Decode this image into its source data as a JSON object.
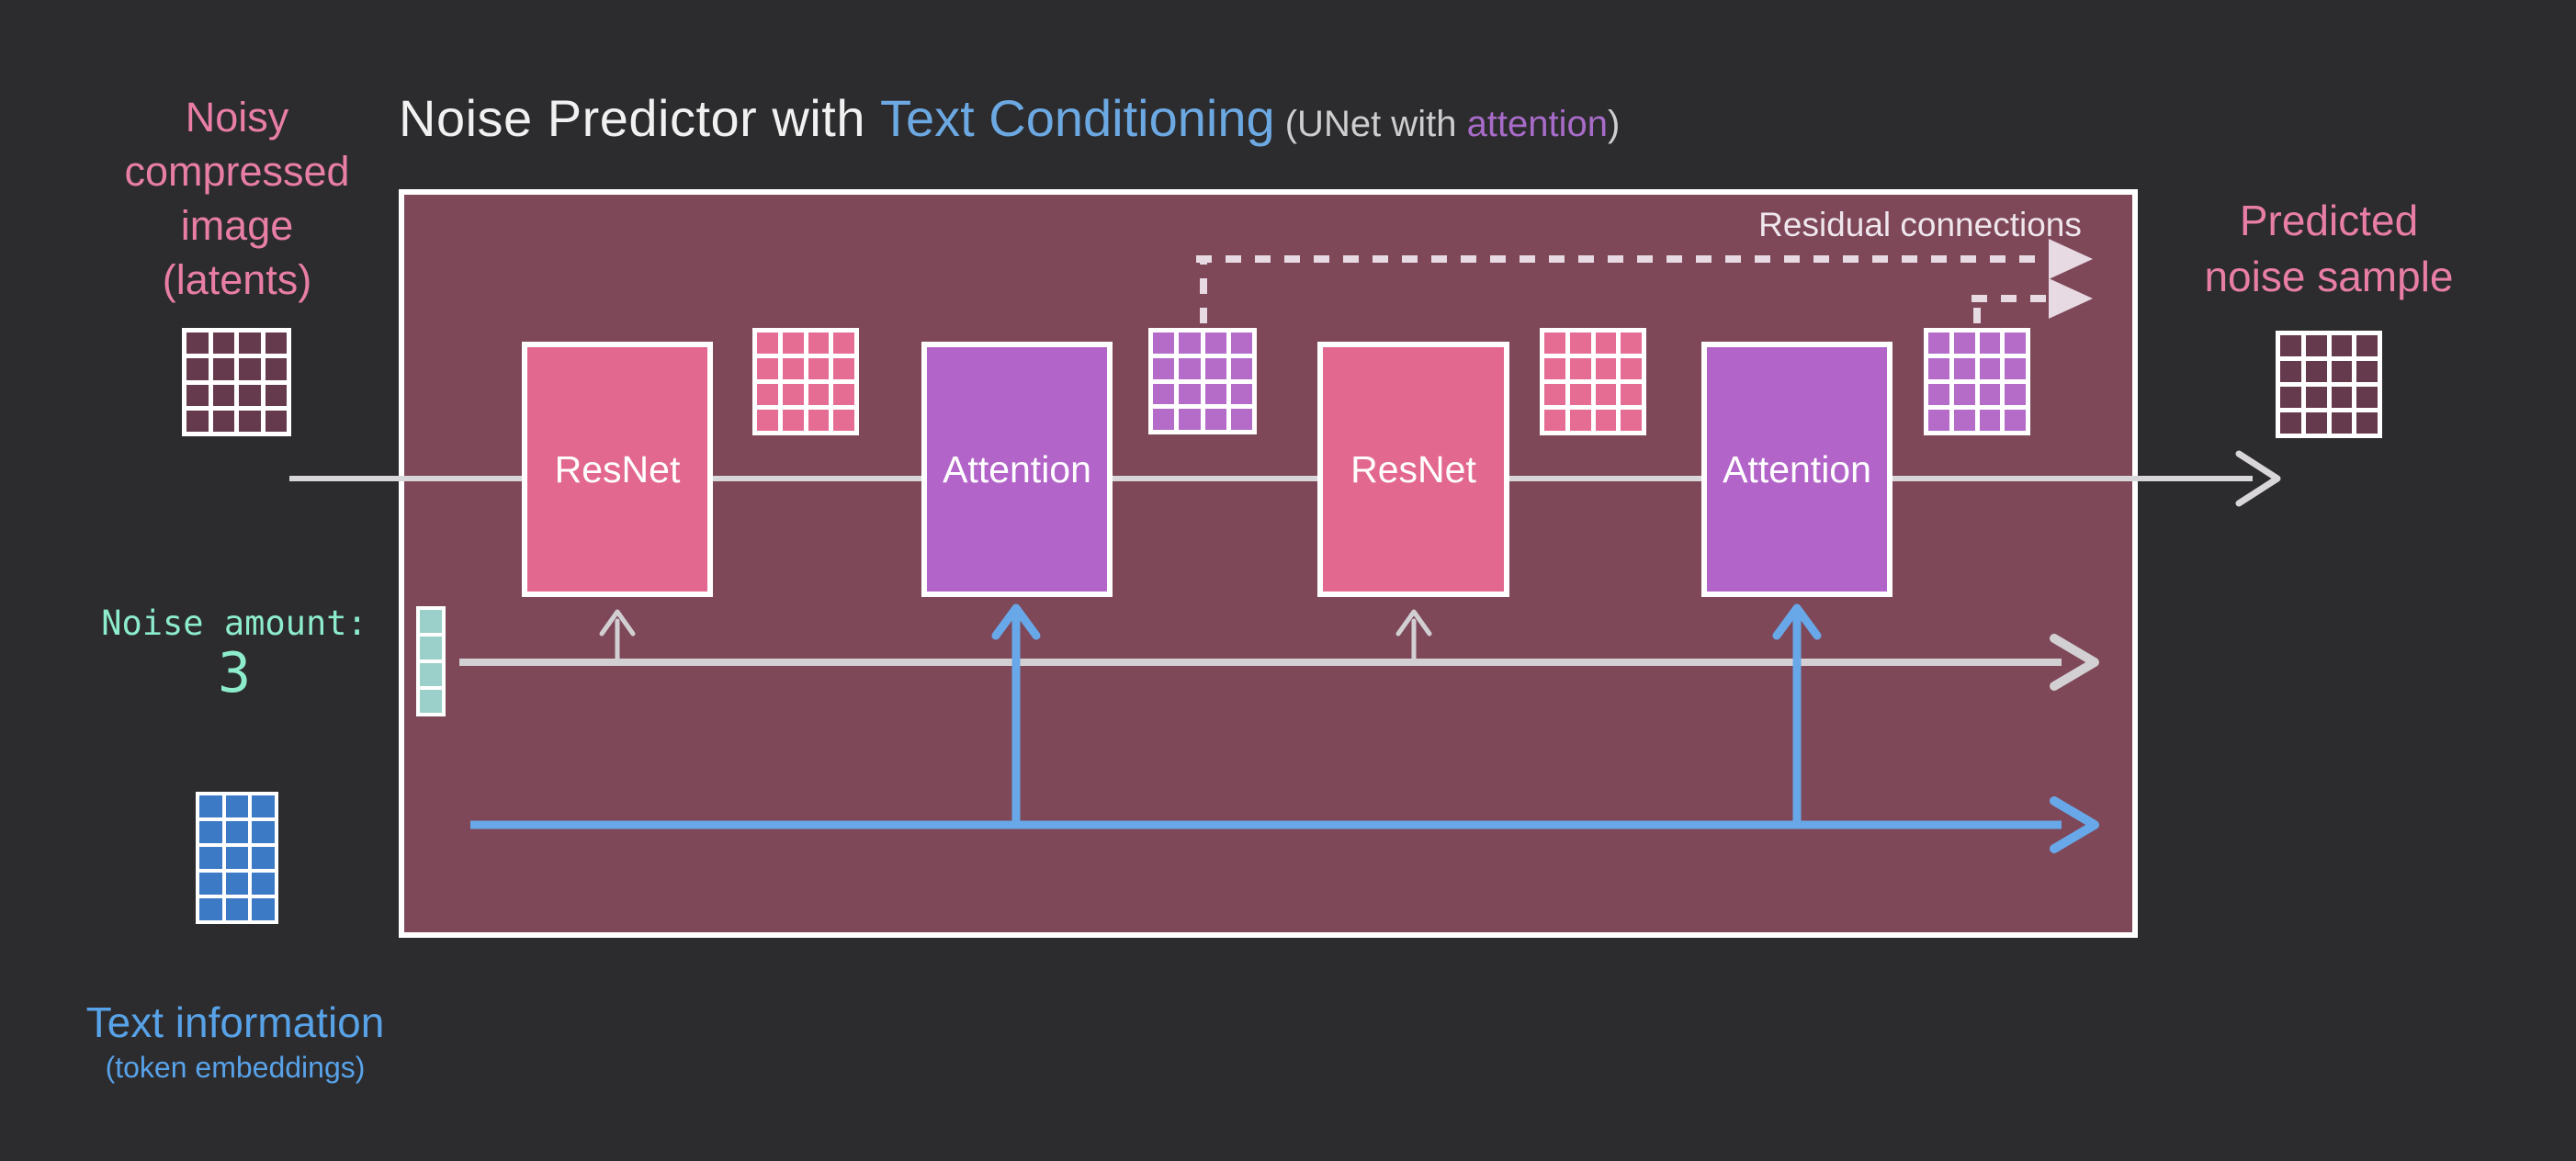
{
  "title": {
    "main_white": "Noise Predictor with ",
    "main_blue": "Text Conditioning",
    "sub_prefix": " (UNet with ",
    "sub_accent": "attention",
    "sub_suffix": ")"
  },
  "labels": {
    "noisy_input_lines": [
      "Noisy",
      "compressed",
      "image",
      "(latents)"
    ],
    "noise_amount_label": "Noise amount:",
    "noise_amount_value": "3",
    "text_info_title": "Text information",
    "text_info_subtitle": "(token embeddings)",
    "predicted_lines": [
      "Predicted",
      "noise sample"
    ],
    "residual": "Residual connections"
  },
  "blocks": [
    {
      "label": "ResNet",
      "type": "resnet"
    },
    {
      "label": "Attention",
      "type": "attention"
    },
    {
      "label": "ResNet",
      "type": "resnet"
    },
    {
      "label": "Attention",
      "type": "attention"
    }
  ],
  "icons": {
    "latents_grid": "4x4 dark-maroon grid (noisy latents)",
    "pink_grids": "4x4 pink grids (ResNet outputs)",
    "purple_grids": "4x4 purple grids (Attention outputs)",
    "predicted_grid": "4x4 dark-maroon grid (predicted noise)",
    "text_embedding_grid": "5x3 blue grid (token embeddings)",
    "noise_amount_strip": "4x1 teal strip (noise amount embedding)"
  },
  "colors": {
    "background": "#2c2b2d",
    "box_fill": "#7e4859",
    "resnet_block": "#e2688f",
    "attention_block": "#b364c9",
    "pink_text": "#e87ea6",
    "blue_text": "#58a2e8",
    "teal_text": "#8ceccb",
    "title_blue": "#6ca9e3",
    "title_purple": "#a76cc9",
    "latent_cell": "#643a4c",
    "text_cell": "#3c7ac6",
    "noise_cell": "#9bcfc9",
    "gray_line": "#d2d0d2",
    "blue_line": "#68a8e8",
    "residual_dash": "#e7dae2"
  }
}
